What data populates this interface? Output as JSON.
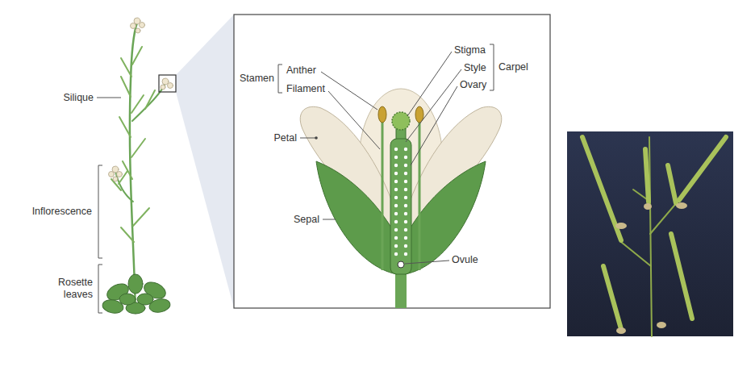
{
  "diagram": {
    "labels": [
      "Silique",
      "Inflorescence",
      "Rosette leaves",
      "Stamen",
      "Anther",
      "Filament",
      "Petal",
      "Sepal",
      "Stigma",
      "Style",
      "Ovary",
      "Carpel",
      "Ovule"
    ]
  }
}
